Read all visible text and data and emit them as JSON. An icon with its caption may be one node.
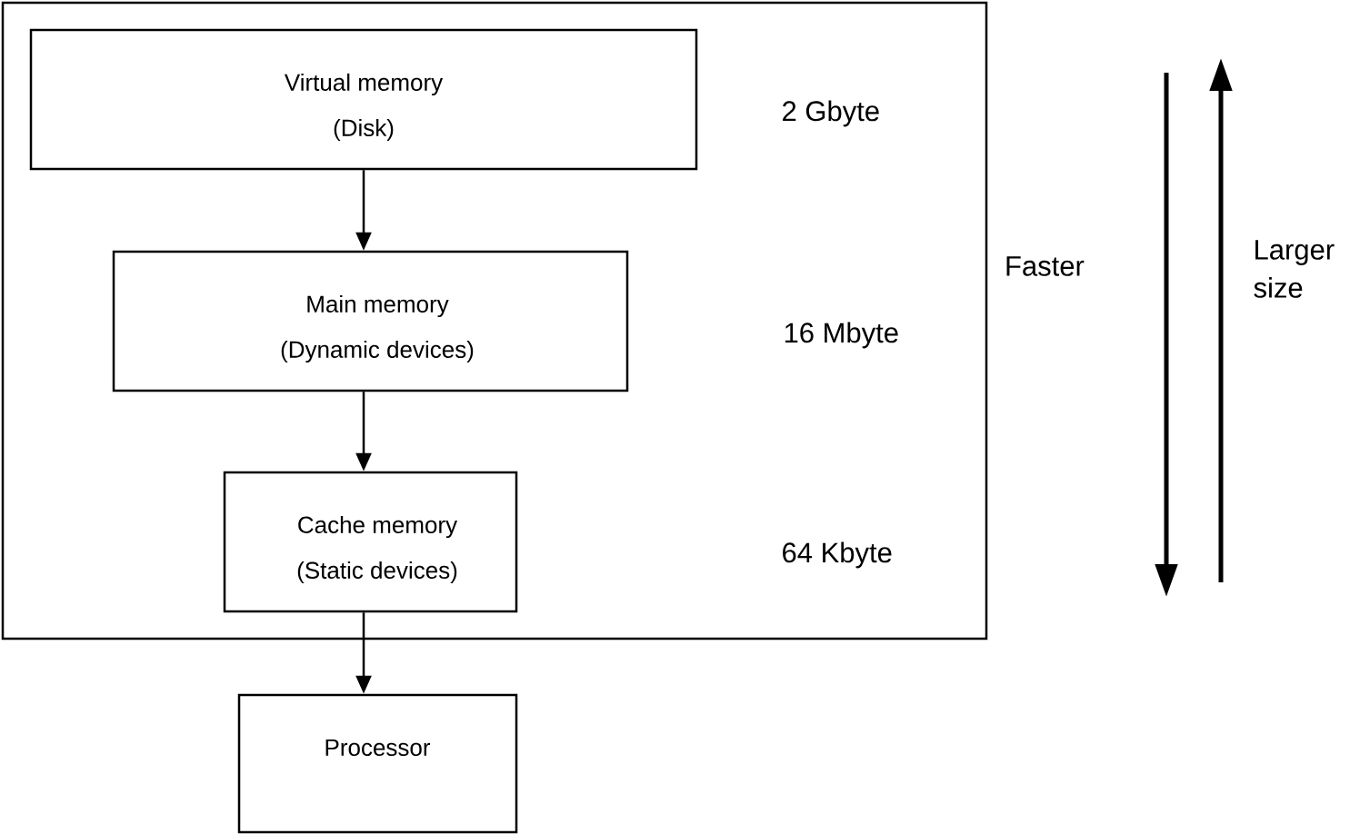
{
  "diagram": {
    "nodes": [
      {
        "text": [],
        "shape": "box"
      },
      {
        "text": [
          "Virtual memory",
          "(Disk)"
        ],
        "in": 0
      },
      {
        "text": [
          "Main memory",
          "(Dynamic devices)"
        ],
        "in": 0
      },
      {
        "text": [
          "Cache memory",
          "(Static devices)"
        ],
        "in": 0
      },
      {
        "text": [
          "Processor"
        ]
      }
    ],
    "edges": [
      {
        "from": 1,
        "to": 2,
        "arrow": "to"
      },
      {
        "from": 2,
        "to": 3,
        "arrow": "to"
      },
      {
        "from": 3,
        "to": 4,
        "arrow": "to"
      }
    ],
    "labels": [
      "2 Gbyte",
      "16 Mbyte",
      "64 Kbyte",
      "Faster",
      "Larger size"
    ]
  }
}
